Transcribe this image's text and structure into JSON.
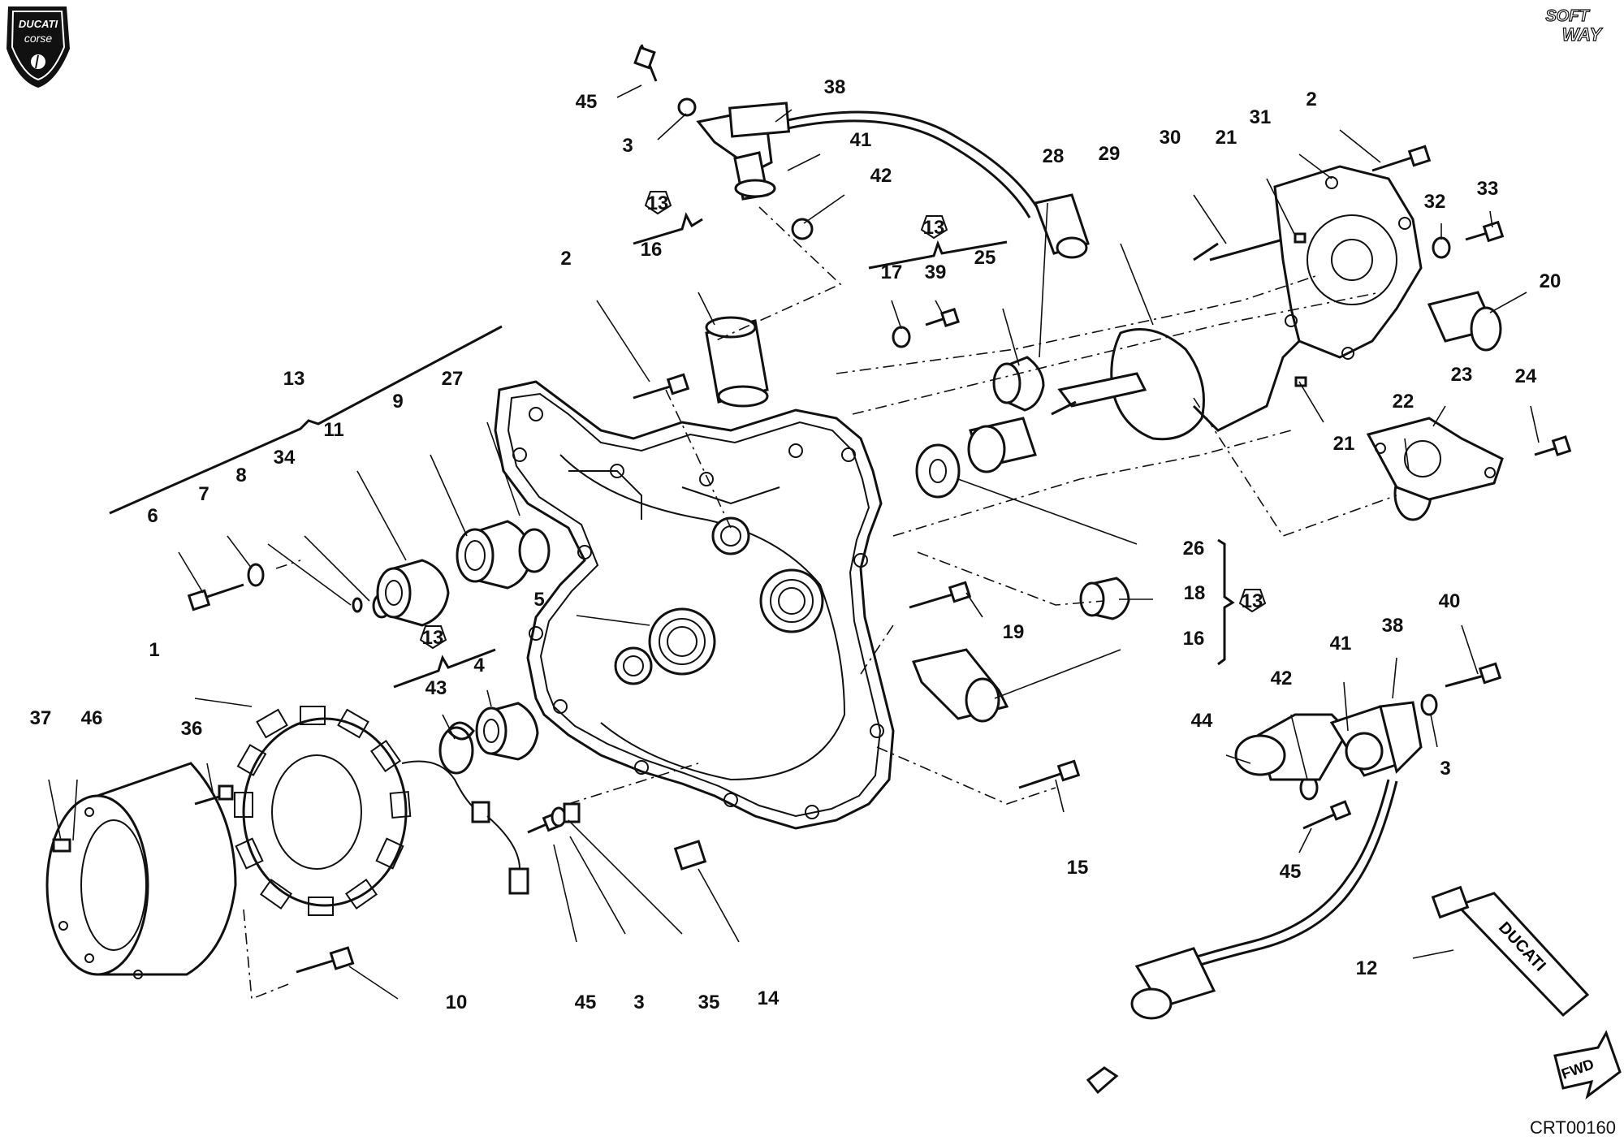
{
  "brand": {
    "logo_top": "DUCATI",
    "logo_bottom": "corse",
    "soft_top": "SOFT",
    "soft_bottom": "WAY",
    "tube_label": "DUCATI"
  },
  "diagram_code": "CRT00160",
  "fwd_label": "FWD",
  "group_ref": "13",
  "callouts": [
    {
      "label": "45"
    },
    {
      "label": "38"
    },
    {
      "label": "3"
    },
    {
      "label": "41"
    },
    {
      "label": "42"
    },
    {
      "label": "16"
    },
    {
      "label": "2"
    },
    {
      "label": "13"
    },
    {
      "label": "27"
    },
    {
      "label": "9"
    },
    {
      "label": "11"
    },
    {
      "label": "34"
    },
    {
      "label": "8"
    },
    {
      "label": "7"
    },
    {
      "label": "6"
    },
    {
      "label": "5"
    },
    {
      "label": "1"
    },
    {
      "label": "37"
    },
    {
      "label": "46"
    },
    {
      "label": "36"
    },
    {
      "label": "43"
    },
    {
      "label": "4"
    },
    {
      "label": "10"
    },
    {
      "label": "45"
    },
    {
      "label": "3"
    },
    {
      "label": "35"
    },
    {
      "label": "14"
    },
    {
      "label": "17"
    },
    {
      "label": "39"
    },
    {
      "label": "25"
    },
    {
      "label": "28"
    },
    {
      "label": "29"
    },
    {
      "label": "30"
    },
    {
      "label": "21"
    },
    {
      "label": "31"
    },
    {
      "label": "2"
    },
    {
      "label": "32"
    },
    {
      "label": "33"
    },
    {
      "label": "20"
    },
    {
      "label": "23"
    },
    {
      "label": "22"
    },
    {
      "label": "24"
    },
    {
      "label": "21"
    },
    {
      "label": "26"
    },
    {
      "label": "18"
    },
    {
      "label": "16"
    },
    {
      "label": "19"
    },
    {
      "label": "15"
    },
    {
      "label": "40"
    },
    {
      "label": "38"
    },
    {
      "label": "41"
    },
    {
      "label": "42"
    },
    {
      "label": "44"
    },
    {
      "label": "3"
    },
    {
      "label": "45"
    },
    {
      "label": "12"
    }
  ]
}
